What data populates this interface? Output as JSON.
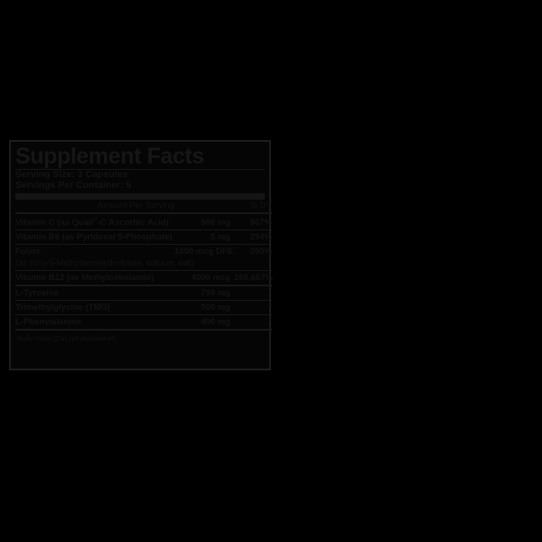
{
  "panel": {
    "title": "Supplement Facts",
    "serving_size": "Serving Size: 3 Capsules",
    "servings_per_container": "Servings Per Container: 5",
    "headers": {
      "amount": "Amount Per Serving",
      "daily_value": "% DV"
    },
    "rows": [
      {
        "name": "Vitamin C (as Quali",
        "name_sup": "®",
        "name_tail": "-C Ascorbic Acid)",
        "subline": "",
        "amount": "500 mg",
        "dv": "567%"
      },
      {
        "name": "Vitamin B6 (as Pyridoxal 5-Phosphate)",
        "name_sup": "",
        "name_tail": "",
        "subline": "",
        "amount": "5 mg",
        "dv": "294%"
      },
      {
        "name": "Folate",
        "name_sup": "",
        "name_tail": "",
        "subline": "(as (6S)-5-Methyltetrahydrofolate, calcium salt)",
        "amount": "1000 mcg DFE",
        "dv": "250%"
      },
      {
        "name": "Vitamin B12 (as Methylcobalamin)",
        "name_sup": "",
        "name_tail": "",
        "subline": "",
        "amount": "4000 mcg",
        "dv": "166,667%"
      },
      {
        "name": "L-Tyrosine",
        "name_sup": "",
        "name_tail": "",
        "subline": "",
        "amount": "750 mg",
        "dv": "*"
      },
      {
        "name": "Trimethylglycine (TMG)",
        "name_sup": "",
        "name_tail": "",
        "subline": "",
        "amount": "500 mg",
        "dv": "*"
      },
      {
        "name": "L-Phenylalanine",
        "name_sup": "",
        "name_tail": "",
        "subline": "",
        "amount": "400 mg",
        "dv": "*"
      }
    ],
    "footnote": "*Daily Value (DV) not established.",
    "colors": {
      "background": "#000000",
      "panel_background": "#050505",
      "text": "#141414",
      "border": "#1c1c1c"
    }
  }
}
